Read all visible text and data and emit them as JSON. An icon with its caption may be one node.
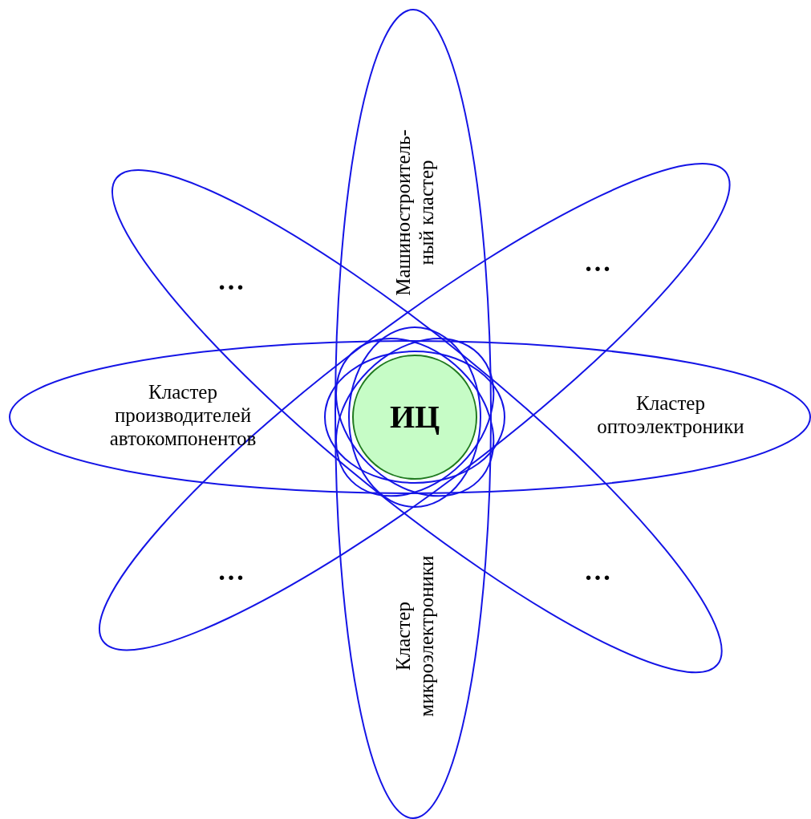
{
  "diagram": {
    "nodes": [
      {
        "text": [
          "Машиностроитель- ный кластер",
          "Кластер микроэлектроники"
        ]
      },
      {
        "text": [
          "…",
          "…"
        ]
      },
      {
        "text": [
          "…",
          "…"
        ]
      },
      {
        "text": [
          "Кластер производителей автокомпонентов",
          "Кластер оптоэлектроники"
        ]
      },
      {
        "text": [],
        "shape": "ellipse"
      },
      {
        "text": [],
        "shape": "ellipse"
      },
      {
        "text": [],
        "shape": "ellipse"
      },
      {
        "text": [],
        "shape": "ellipse"
      },
      {
        "text": [
          "ИЦ"
        ]
      }
    ]
  }
}
